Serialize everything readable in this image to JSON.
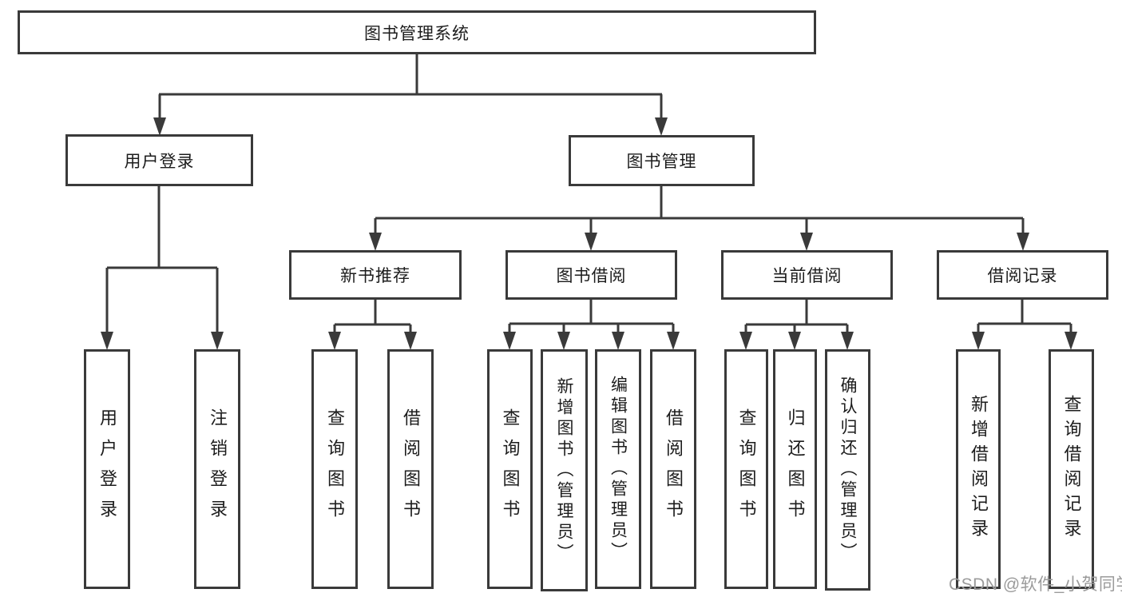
{
  "diagram": {
    "title": "图书管理系统",
    "watermark": "CSDN @软件_小贺同学"
  },
  "nodes": {
    "root": "图书管理系统",
    "level2": {
      "user_login": "用户登录",
      "book_mgmt": "图书管理"
    },
    "level3": {
      "new_books": "新书推荐",
      "borrowing": "图书借阅",
      "current": "当前借阅",
      "records": "借阅记录"
    },
    "leaves": {
      "login": [
        "用户登录",
        "注销登录"
      ],
      "new_books": [
        "查询图书",
        "借阅图书"
      ],
      "borrowing": [
        "查询图书",
        "新增图书（管理员）",
        "编辑图书（管理员）",
        "借阅图书"
      ],
      "current": [
        "查询图书",
        "归还图书",
        "确认归还（管理员）"
      ],
      "records": [
        "新增借阅记录",
        "查询借阅记录"
      ]
    }
  },
  "colors": {
    "line": "#3a3a3a",
    "text": "#1c1c1c",
    "watermark": "#9b9b9b",
    "background": "#ffffff"
  }
}
